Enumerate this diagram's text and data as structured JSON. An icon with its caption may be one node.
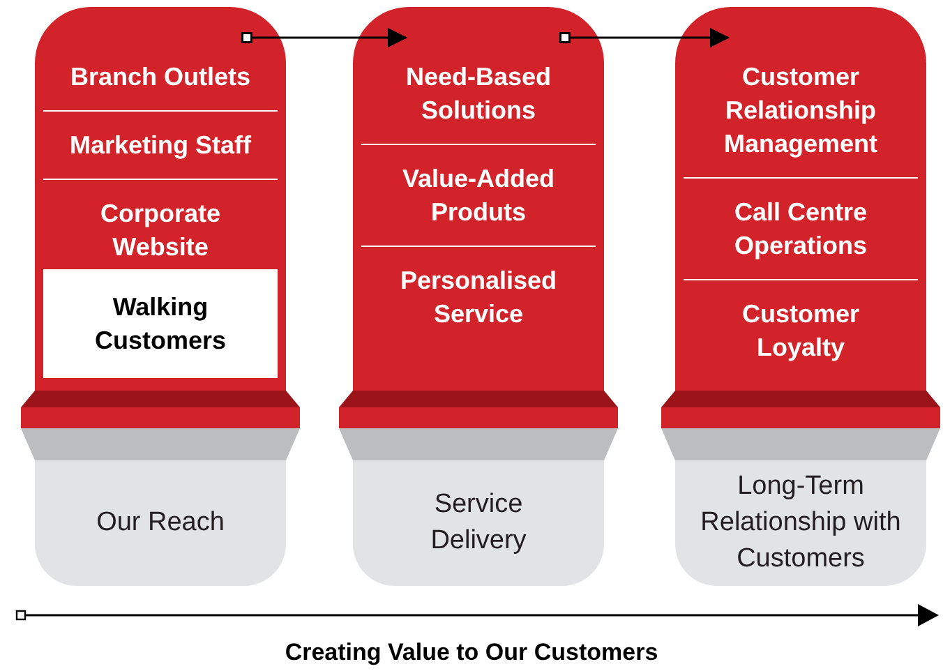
{
  "diagram": {
    "caption": "Creating Value to Our Customers",
    "nodes": [
      {
        "text": [
          "Branch Outlets",
          "Marketing Staff",
          "Corporate Website"
        ]
      },
      {
        "text": [
          "Walking Customers"
        ],
        "in": 0
      },
      {
        "text": [
          "Our Reach"
        ]
      },
      {
        "text": [
          "Need-Based Solutions",
          "Value-Added Produts",
          "Personalised Service"
        ]
      },
      {
        "text": [
          "Service Delivery"
        ]
      },
      {
        "text": [
          "Customer Relationship Management",
          "Call Centre Operations",
          "Customer Loyalty"
        ]
      },
      {
        "text": [
          "Long-Term Relationship with Customers"
        ]
      }
    ],
    "edges": [
      {
        "from": 0,
        "to": 3,
        "arrow": "to"
      },
      {
        "from": 3,
        "to": 5,
        "arrow": "to"
      }
    ]
  }
}
